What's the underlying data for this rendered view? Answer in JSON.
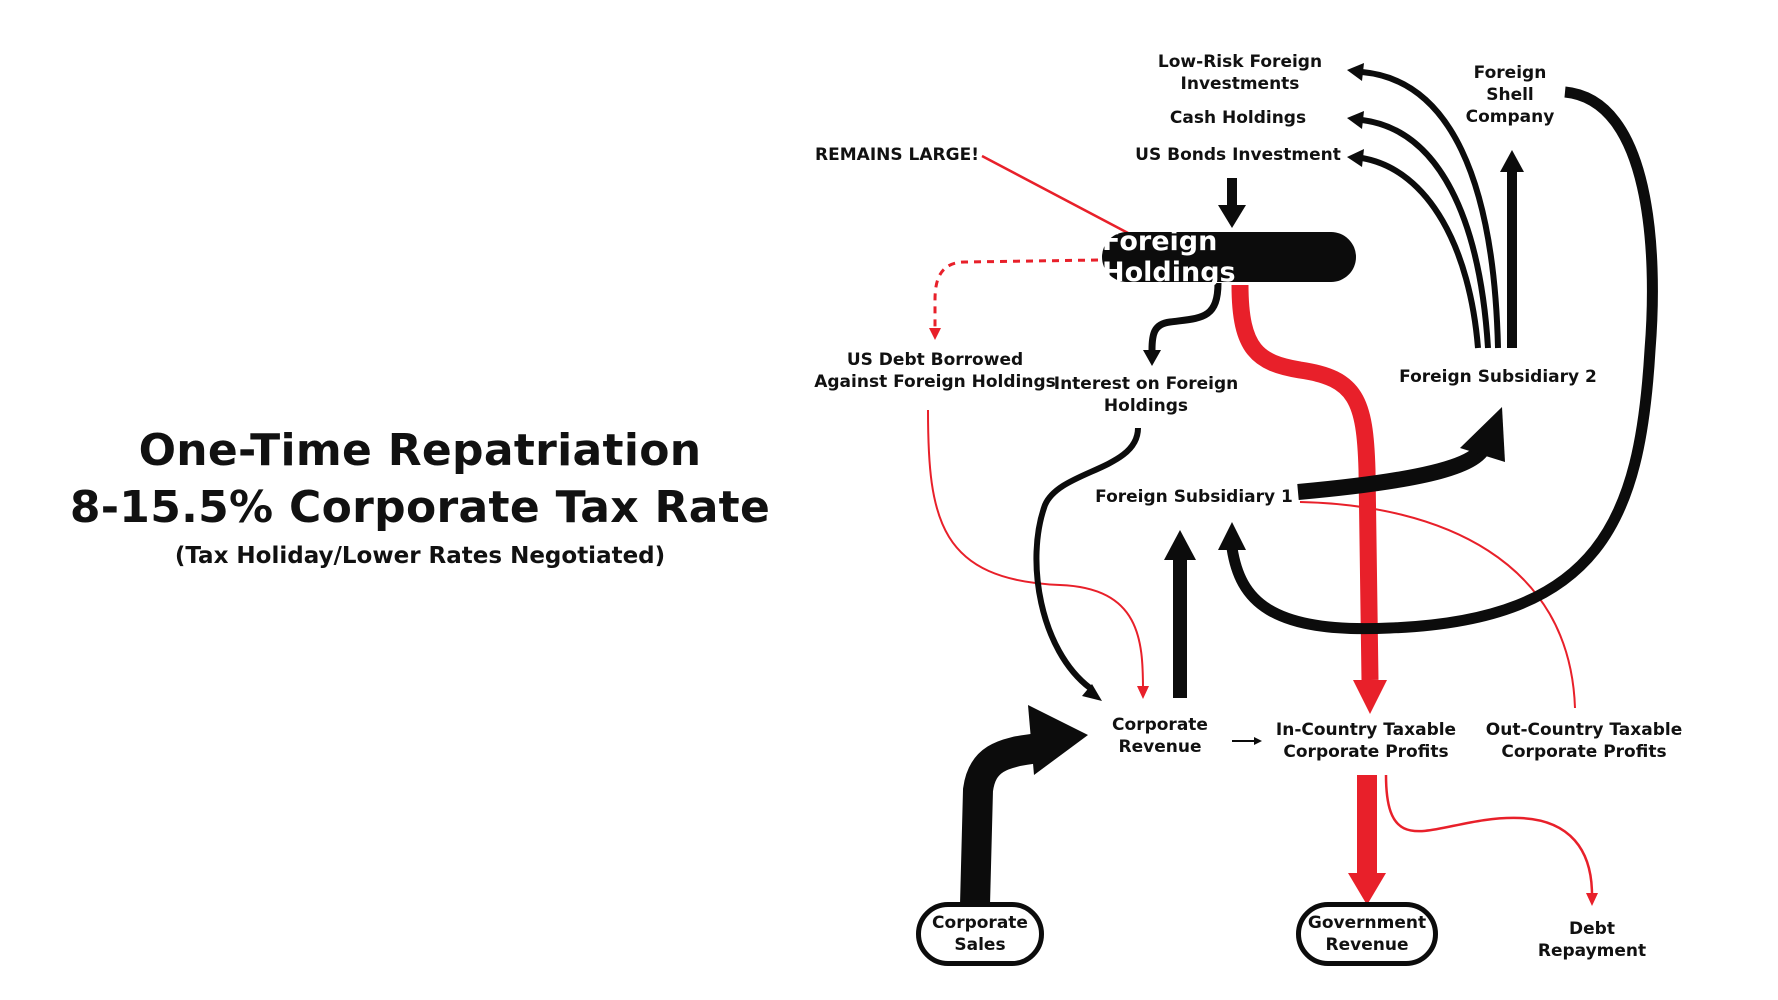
{
  "title": {
    "line1": "One-Time Repatriation",
    "line2": "8-15.5% Corporate Tax Rate",
    "subtitle": "(Tax Holiday/Lower Rates Negotiated)"
  },
  "nodes": {
    "low_risk": [
      "Low-Risk Foreign",
      "Investments"
    ],
    "cash": "Cash Holdings",
    "us_bonds": "US Bonds Investment",
    "shell": [
      "Foreign",
      "Shell",
      "Company"
    ],
    "remains": "REMAINS LARGE!",
    "foreign_holdings": "Foreign Holdings",
    "us_debt": [
      "US Debt Borrowed",
      "Against Foreign Holdings"
    ],
    "interest": [
      "Interest on Foreign",
      "Holdings"
    ],
    "sub2": "Foreign Subsidiary 2",
    "sub1": "Foreign Subsidiary 1",
    "corp_revenue": [
      "Corporate",
      "Revenue"
    ],
    "in_country": [
      "In-Country Taxable",
      "Corporate Profits"
    ],
    "out_country": [
      "Out-Country Taxable",
      "Corporate Profits"
    ],
    "corp_sales": [
      "Corporate",
      "Sales"
    ],
    "gov_revenue": [
      "Government",
      "Revenue"
    ],
    "debt_repay": [
      "Debt",
      "Repayment"
    ]
  },
  "colors": {
    "flow_black": "#0c0c0c",
    "flow_red": "#e8202a",
    "background": "#ffffff"
  }
}
